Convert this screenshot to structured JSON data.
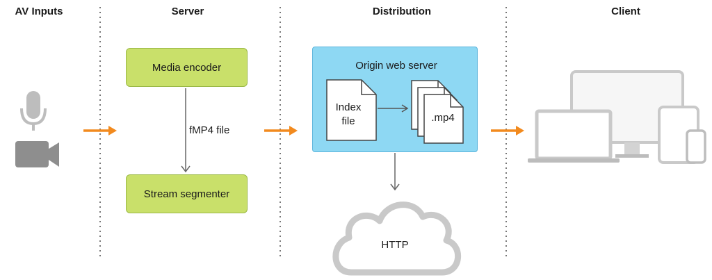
{
  "columns": {
    "av_inputs": "AV Inputs",
    "server": "Server",
    "distribution": "Distribution",
    "client": "Client"
  },
  "server": {
    "encoder": "Media encoder",
    "segmenter": "Stream segmenter",
    "file_label": "fMP4 file"
  },
  "distribution": {
    "origin": "Origin web server",
    "index_line1": "Index",
    "index_line2": "file",
    "mp4": ".mp4",
    "http": "HTTP"
  },
  "colors": {
    "flow_arrow": "#f28a1e",
    "box_green": "#c9e06a",
    "box_blue": "#8ed8f3",
    "divider": "#777777",
    "device_gray": "#c9c9c9"
  },
  "icons": [
    "microphone-icon",
    "video-camera-icon",
    "document-icon",
    "cloud-icon",
    "laptop-icon",
    "desktop-monitor-icon",
    "tablet-icon",
    "phone-icon"
  ]
}
